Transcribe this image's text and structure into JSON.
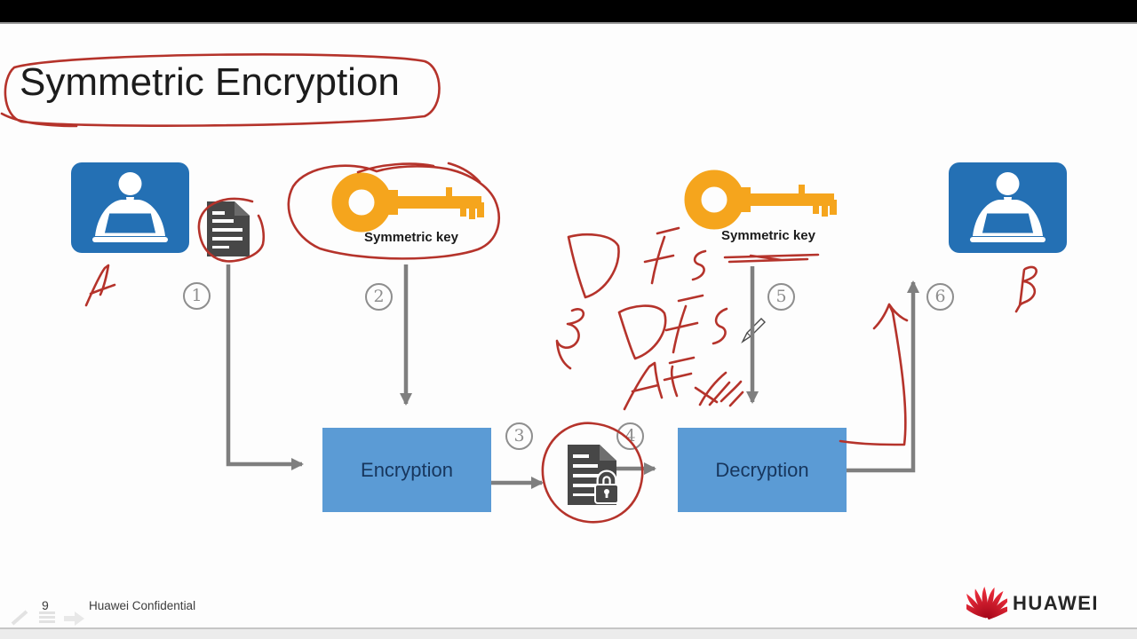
{
  "slide": {
    "title": "Symmetric Encryption",
    "page_number": "9",
    "confidential_label": "Huawei Confidential",
    "brand": "HUAWEI"
  },
  "diagram": {
    "left_key_label": "Symmetric key",
    "right_key_label": "Symmetric key",
    "encryption_label": "Encryption",
    "decryption_label": "Decryption",
    "steps": [
      "1",
      "2",
      "3",
      "4",
      "5",
      "6"
    ]
  },
  "annotations": {
    "party_a": "A",
    "party_b": "B",
    "algorithms": [
      "DES",
      "3DES",
      "AES"
    ],
    "algorithms_text": "DES, 3DES, AES",
    "title_circled": "Symmetric Encryption circled in red ink",
    "ink_color": "#b5332b"
  },
  "colors": {
    "actor_blue": "#2470b4",
    "process_blue": "#5b9bd5",
    "process_text": "#17365d",
    "key_orange": "#f5a51d",
    "arrow_gray": "#7f7f7f",
    "doc_gray": "#474747",
    "huawei_red": "#d0112b",
    "letterbox_black": "#000000"
  }
}
